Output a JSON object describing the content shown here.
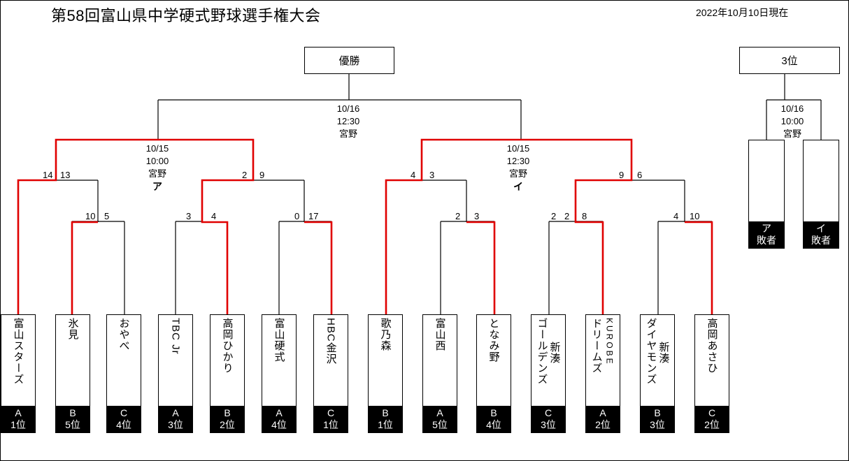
{
  "title": "第58回富山県中学硬式野球選手権大会",
  "as_of": "2022年10月10日現在",
  "champion_label": "優勝",
  "third_place_label": "3位",
  "matches": {
    "final": {
      "date": "10/16",
      "time": "12:30",
      "venue": "宮野"
    },
    "semi_a": {
      "date": "10/15",
      "time": "10:00",
      "venue": "宮野",
      "tag": "ア"
    },
    "semi_i": {
      "date": "10/15",
      "time": "12:30",
      "venue": "宮野",
      "tag": "イ"
    },
    "third": {
      "date": "10/16",
      "time": "10:00",
      "venue": "宮野"
    }
  },
  "scores": [
    "14",
    "13",
    "10",
    "5",
    "2",
    "9",
    "3",
    "4",
    "0",
    "17",
    "4",
    "3",
    "2",
    "3",
    "9",
    "6",
    "2",
    "2",
    "8",
    "4",
    "10"
  ],
  "teams": [
    {
      "name_cols": [
        "富山スターズ"
      ],
      "group": "A",
      "rank": "1位"
    },
    {
      "name_cols": [
        "氷見"
      ],
      "group": "B",
      "rank": "5位"
    },
    {
      "name_cols": [
        "おやべ"
      ],
      "group": "C",
      "rank": "4位"
    },
    {
      "name_cols": [
        "TBC Jr"
      ],
      "group": "A",
      "rank": "3位"
    },
    {
      "name_cols": [
        "高岡ひかり"
      ],
      "group": "B",
      "rank": "2位"
    },
    {
      "name_cols": [
        "富山硬式"
      ],
      "group": "A",
      "rank": "4位"
    },
    {
      "name_cols": [
        "HBC金沢"
      ],
      "group": "C",
      "rank": "1位"
    },
    {
      "name_cols": [
        "歌乃森"
      ],
      "group": "B",
      "rank": "1位"
    },
    {
      "name_cols": [
        "富山西"
      ],
      "group": "A",
      "rank": "5位"
    },
    {
      "name_cols": [
        "となみ野"
      ],
      "group": "B",
      "rank": "4位"
    },
    {
      "name_cols": [
        "新湊",
        "ゴールデンズ"
      ],
      "group": "C",
      "rank": "3位"
    },
    {
      "name_cols": [
        "KUROBE",
        "ドリームズ"
      ],
      "group": "A",
      "rank": "2位"
    },
    {
      "name_cols": [
        "新湊",
        "ダイヤモンズ"
      ],
      "group": "B",
      "rank": "3位"
    },
    {
      "name_cols": [
        "高岡あさひ"
      ],
      "group": "C",
      "rank": "2位"
    }
  ],
  "third_place_slots": [
    {
      "tag": "ア",
      "label": "敗者"
    },
    {
      "tag": "イ",
      "label": "敗者"
    }
  ],
  "colors": {
    "winner_line": "#e00000",
    "line": "#000000",
    "seed_bg": "#000000",
    "seed_text": "#ffffff"
  }
}
